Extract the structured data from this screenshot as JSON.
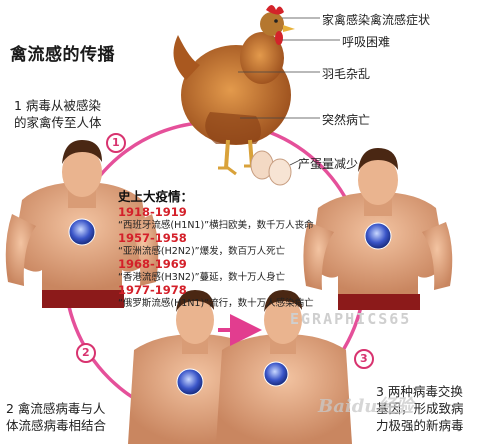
{
  "title": "禽流感的传播",
  "step1": {
    "number": "1",
    "line1": "1 病毒从被感染",
    "line2": "的家禽传至人体"
  },
  "step2": {
    "number": "2",
    "line1": "2 禽流感病毒与人",
    "line2": "体流感病毒相结合"
  },
  "step3": {
    "number": "3",
    "line1": "3 两种病毒交换",
    "line2": "基因，形成致病",
    "line3": "力极强的新病毒"
  },
  "callouts": {
    "symptoms": "家禽感染禽流感症状",
    "breathing": "呼吸困难",
    "feathers": "羽毛杂乱",
    "death": "突然病亡",
    "eggs": "产蛋量减少"
  },
  "history": {
    "heading": "史上大疫情：",
    "events": [
      {
        "years": "1918-1919",
        "text": "“西班牙流感(H1N1)”横扫欧美，数千万人丧命"
      },
      {
        "years": "1957-1958",
        "text": "“亚洲流感(H2N2)”爆发，数百万人死亡"
      },
      {
        "years": "1968-1969",
        "text": "“香港流感(H3N2)”蔓延，数十万人身亡"
      },
      {
        "years": "1977-1978",
        "text": "“俄罗斯流感(H1N1)”流行，数十万人感染病亡"
      }
    ]
  },
  "watermark": {
    "brand": "EGRAPHICS65",
    "site": "Baidu经验"
  },
  "colors": {
    "cycle": "#e23d8f",
    "badge": "#d8336f",
    "history_year": "#d4202a",
    "skin": "#e7a882",
    "shorts": "#8c1a1a"
  }
}
